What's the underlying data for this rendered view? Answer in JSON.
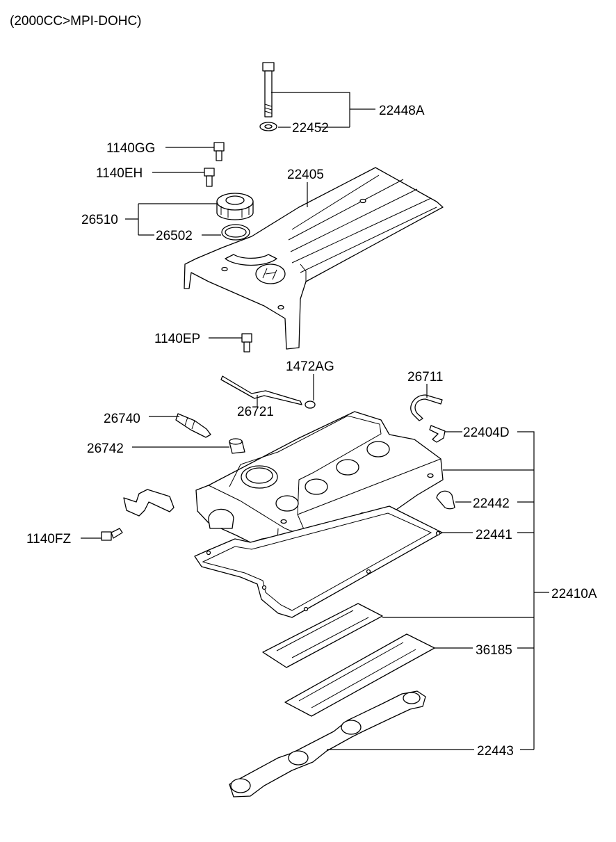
{
  "header": {
    "variant": "(2000CC>MPI-DOHC)"
  },
  "labels": {
    "l22448A": "22448A",
    "l22452": "22452",
    "l1140GG": "1140GG",
    "l1140EH": "1140EH",
    "l22405": "22405",
    "l26510": "26510",
    "l26502": "26502",
    "l1140EP": "1140EP",
    "l1472AG": "1472AG",
    "l26711": "26711",
    "l26740": "26740",
    "l26721": "26721",
    "l22404D": "22404D",
    "l26742": "26742",
    "l22442": "22442",
    "l1140FZ": "1140FZ",
    "l22441": "22441",
    "l22410A": "22410A",
    "l36185": "36185",
    "l22443": "22443"
  }
}
